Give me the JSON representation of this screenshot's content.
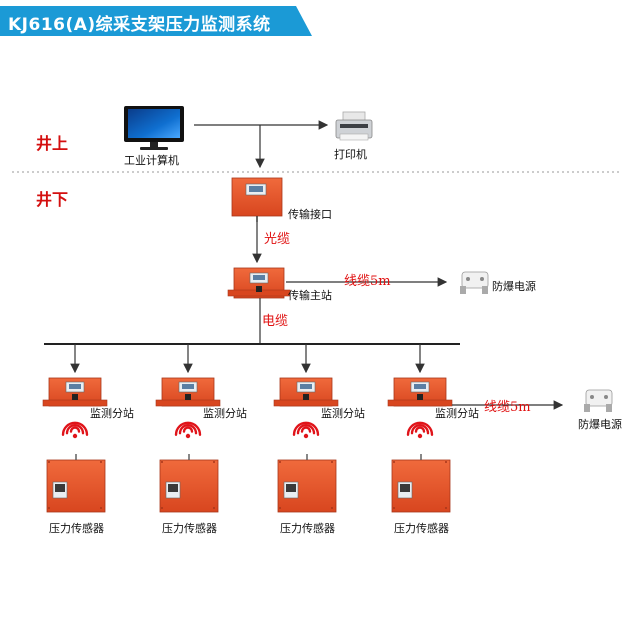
{
  "title": "KJ616(A)综采支架压力监测系统",
  "zones": {
    "above": "井上",
    "below": "井下"
  },
  "nodes": {
    "computer": "工业计算机",
    "printer": "打印机",
    "interface": "传输接口",
    "main_station": "传输主站",
    "power_supply_1": "防爆电源",
    "power_supply_2": "防爆电源"
  },
  "links": {
    "fiber": "光缆",
    "cable": "电缆",
    "line_5m_1": "线缆5m",
    "line_5m_2": "线缆5m"
  },
  "substation_label": "监测分站",
  "sensor_label": "压力传感器",
  "substations": [
    {
      "label": "监测分站"
    },
    {
      "label": "监测分站"
    },
    {
      "label": "监测分站"
    },
    {
      "label": "监测分站"
    }
  ],
  "sensors": [
    {
      "label": "压力传感器"
    },
    {
      "label": "压力传感器"
    },
    {
      "label": "压力传感器"
    },
    {
      "label": "压力传感器"
    }
  ],
  "colors": {
    "banner": "#1b9ad6",
    "device_orange": "#e8542c",
    "zone_red": "#d40f0f",
    "wifi_red": "#e0141a"
  }
}
